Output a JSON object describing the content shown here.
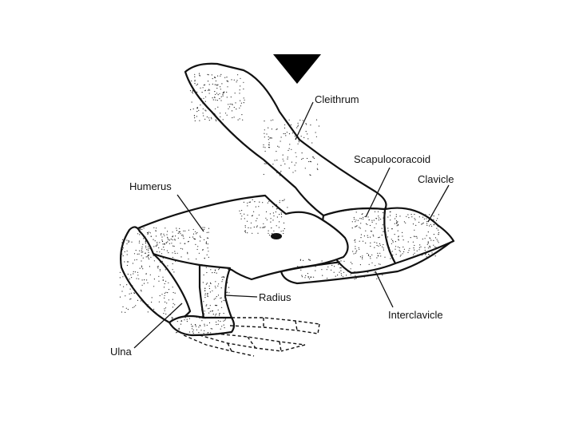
{
  "labels": {
    "cleithrum": "Cleithrum",
    "scapulocoracoid": "Scapulocoracoid",
    "clavicle": "Clavicle",
    "humerus": "Humerus",
    "radius": "Radius",
    "interclavicle": "Interclavicle",
    "ulna": "Ulna"
  },
  "colors": {
    "ink": "#111111",
    "background": "#ffffff"
  },
  "icons": {
    "pointer": "down-arrow-icon"
  }
}
